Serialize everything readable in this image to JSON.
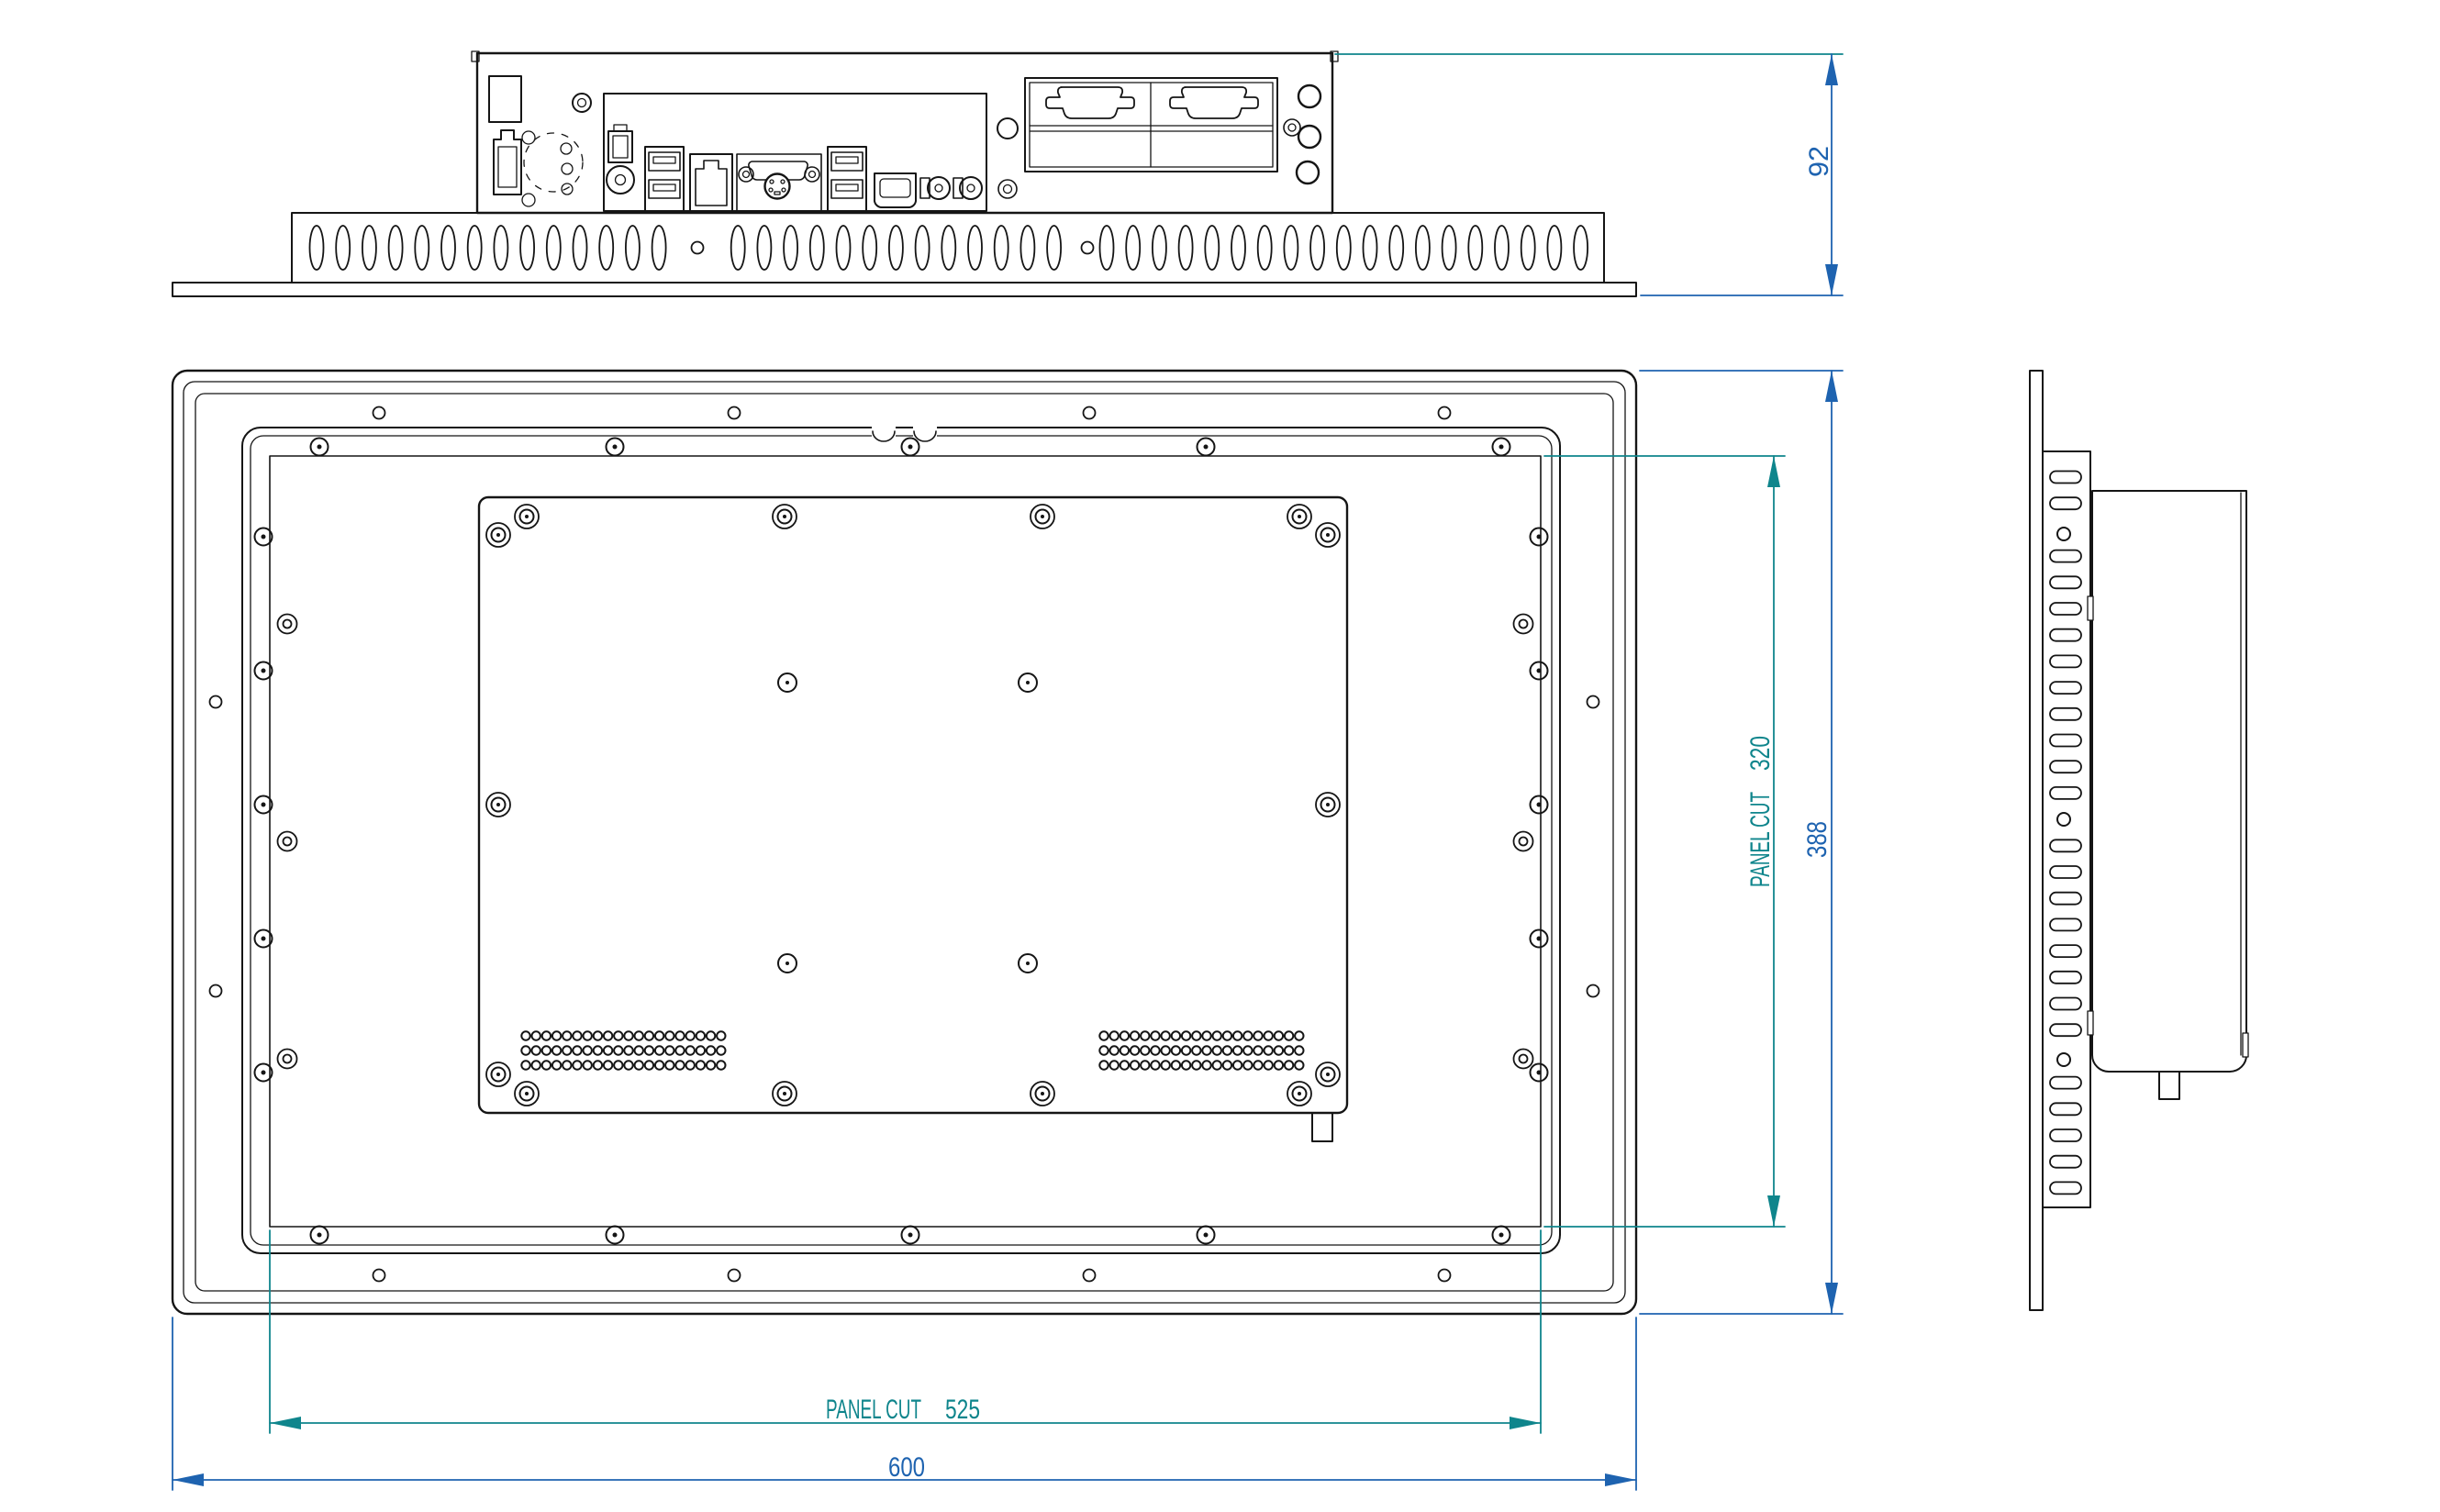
{
  "drawing": {
    "dimensions": {
      "depth": {
        "value": "92"
      },
      "overall_height": {
        "value": "388"
      },
      "overall_width": {
        "value": "600"
      },
      "panel_cut_height": {
        "label": "PANEL CUT",
        "value": "320"
      },
      "panel_cut_width": {
        "label": "PANEL CUT",
        "value": "525"
      }
    },
    "colors": {
      "line": "#151515",
      "dimension_primary": "#1e63b0",
      "dimension_secondary": "#0f858c",
      "background": "#ffffff"
    }
  }
}
